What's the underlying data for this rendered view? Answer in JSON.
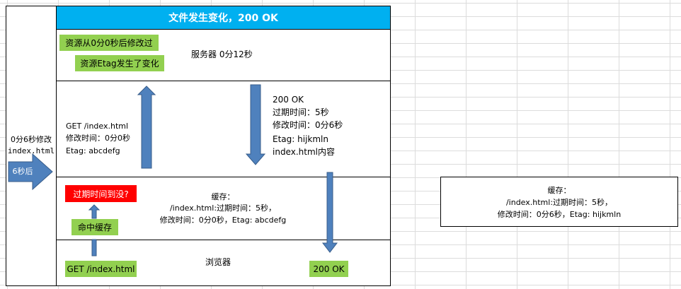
{
  "header": {
    "title": "文件发生变化，200 OK"
  },
  "left_panel": {
    "modified": "0分6秒修改",
    "file": "index.html",
    "arrow_label": "6秒后"
  },
  "server_section": {
    "tag1": "资源从0分0秒后修改过",
    "tag2": "资源Etag发生了变化",
    "label": "服务器 0分12秒"
  },
  "request": {
    "line1": "GET /index.html",
    "line2": "修改时间：0分0秒",
    "line3": "Etag: abcdefg"
  },
  "response": {
    "line1": "200 OK",
    "line2": "过期时间：5秒",
    "line3": "修改时间：0分6秒",
    "line4": "Etag: hijkmln",
    "line5": "index.html内容"
  },
  "cache_section": {
    "expired_check": "过期时间到没?",
    "cache_hit": "命中缓存",
    "cache_line1": "缓存：",
    "cache_line2": "/index.html:过期时间：5秒，",
    "cache_line3": "修改时间：0分0秒，Etag: abcdefg"
  },
  "browser_section": {
    "request_tag": "GET /index.html",
    "label": "浏览器",
    "ok_tag": "200 OK"
  },
  "new_cache": {
    "line1": "缓存：",
    "line2": "/index.html:过期时间：5秒，",
    "line3": "修改时间：0分6秒，Etag: hijkmln"
  },
  "colors": {
    "header_bg": "#00b0f0",
    "tag_green": "#92d050",
    "tag_red": "#ff0000",
    "arrow_fill": "#4f81bd",
    "arrow_stroke": "#385d8a"
  }
}
